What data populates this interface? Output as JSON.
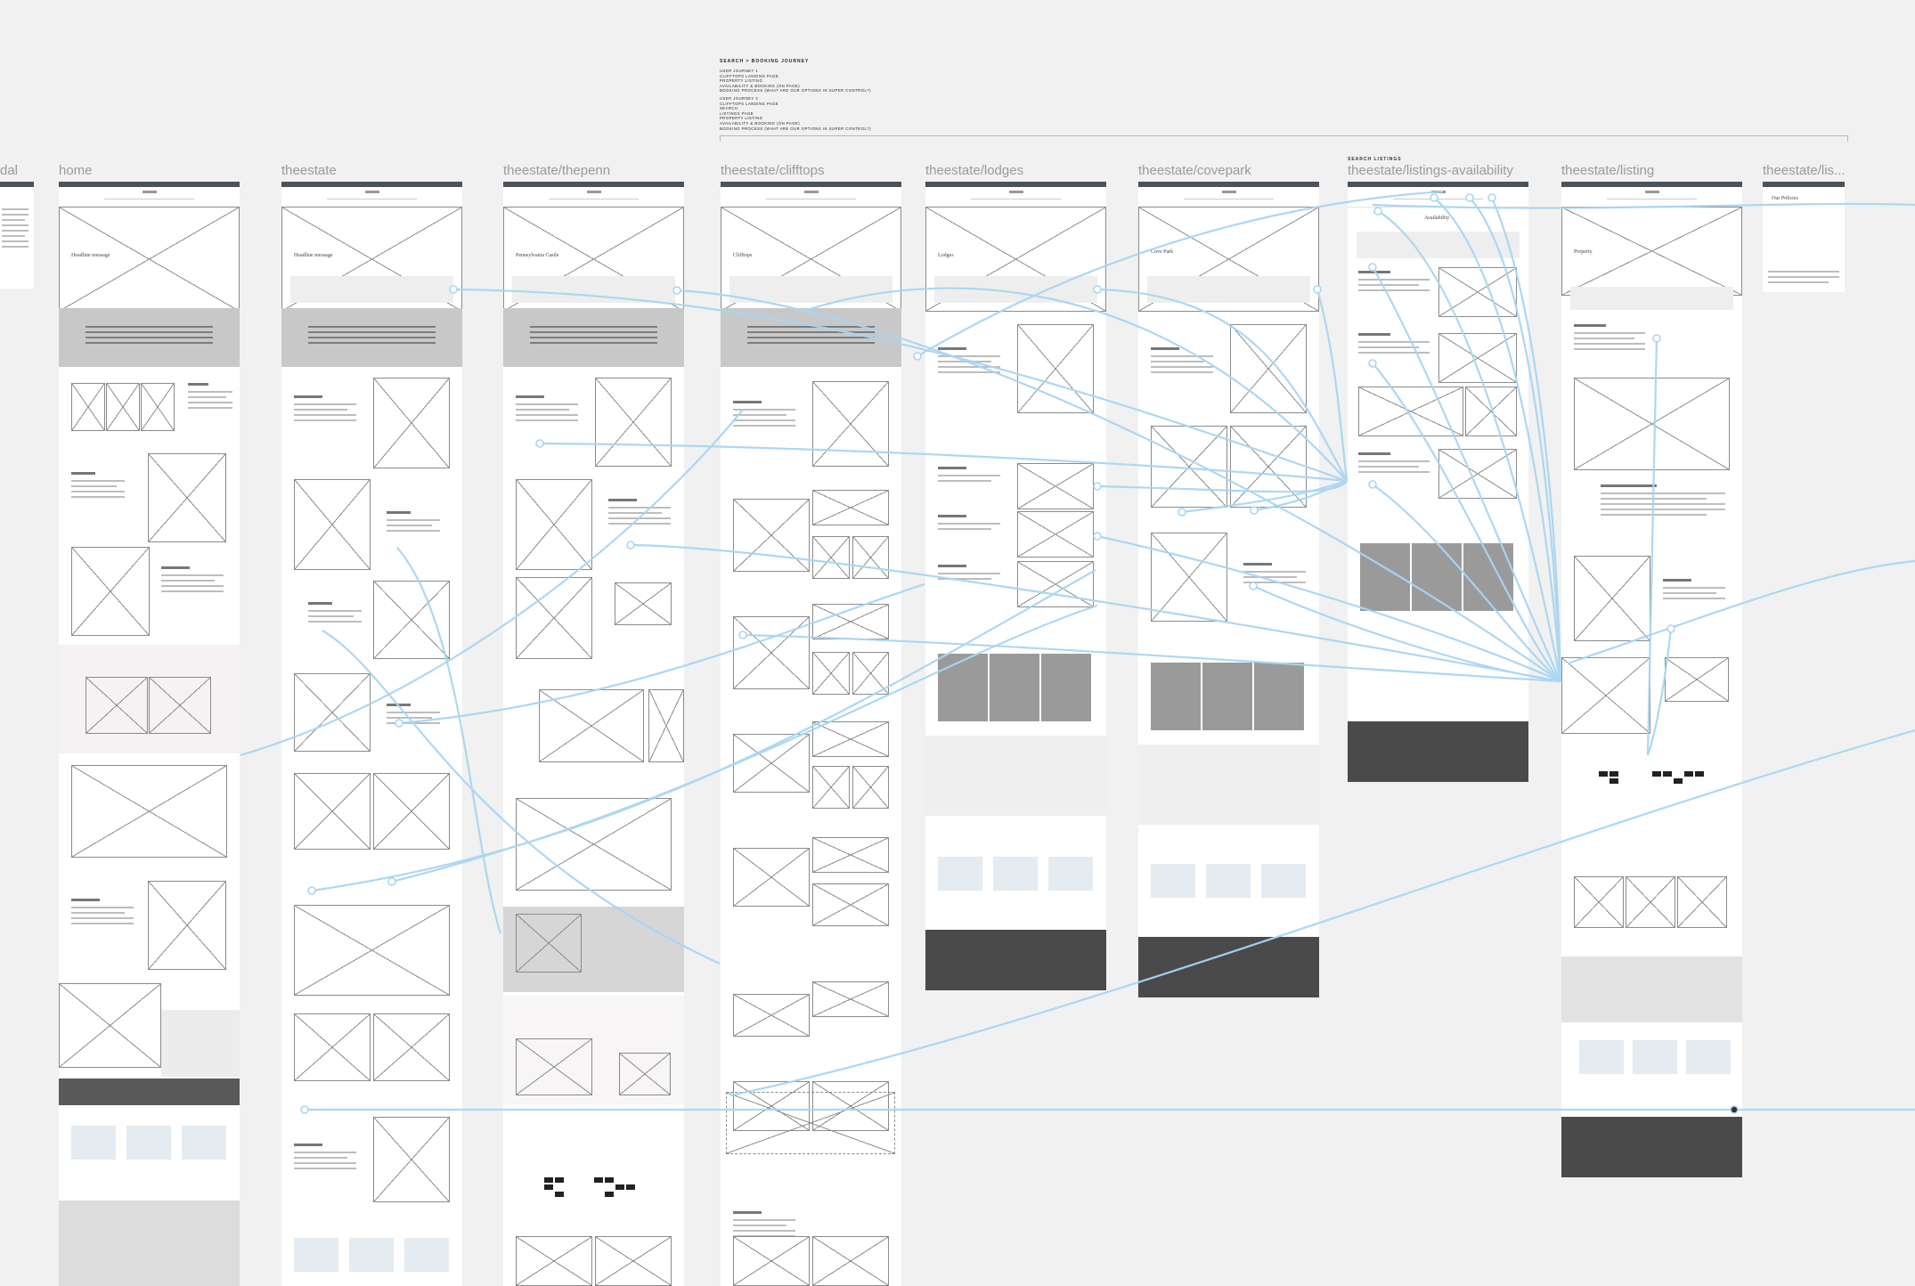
{
  "journey_note": {
    "heading": "SEARCH > BOOKING JOURNEY",
    "lines": [
      "USER JOURNEY 1",
      "CLIFFTOPS LANDING PAGE",
      "PROPERTY LISTING",
      "AVAILABILITY & BOOKING (ON PAGE)",
      "BOOKING PROCESS (WHAT ARE OUR OPTIONS IN SUPER CONTROL?)",
      "USER JOURNEY 2",
      "CLIFFTOPS LANDING PAGE",
      "SEARCH",
      "LISTINGS PAGE",
      "PROPERTY LISTING",
      "AVAILABILITY & BOOKING (ON PAGE)",
      "BOOKING PROCESS (WHAT ARE OUR OPTIONS IN SUPER CONTROL?)"
    ]
  },
  "search_listings_label": "SEARCH LISTINGS",
  "frames": [
    {
      "id": "modal",
      "title": "dal"
    },
    {
      "id": "home",
      "title": "home"
    },
    {
      "id": "theestate",
      "title": "theestate"
    },
    {
      "id": "thepenn",
      "title": "theestate/thepenn"
    },
    {
      "id": "clifftops",
      "title": "theestate/clifftops"
    },
    {
      "id": "lodges",
      "title": "theestate/lodges"
    },
    {
      "id": "covepark",
      "title": "theestate/covepark"
    },
    {
      "id": "listings",
      "title": "theestate/listings-availability"
    },
    {
      "id": "listing",
      "title": "theestate/listing"
    },
    {
      "id": "lis",
      "title": "theestate/lis..."
    }
  ],
  "headlines": {
    "home": "Headline message",
    "theestate": "Headline message",
    "thepenn": "Pennsylvania Castle",
    "clifftops": "Clifftops",
    "lodges": "Lodges",
    "covepark": "Cove Park",
    "listings": "Availability",
    "listing": "Property",
    "lis": "Our Policies"
  },
  "colors": {
    "frame_nav": "#4b525a",
    "link_arrow": "#a9d5f2",
    "canvas": "#f1f1f1",
    "footer": "#4a4a4a"
  }
}
